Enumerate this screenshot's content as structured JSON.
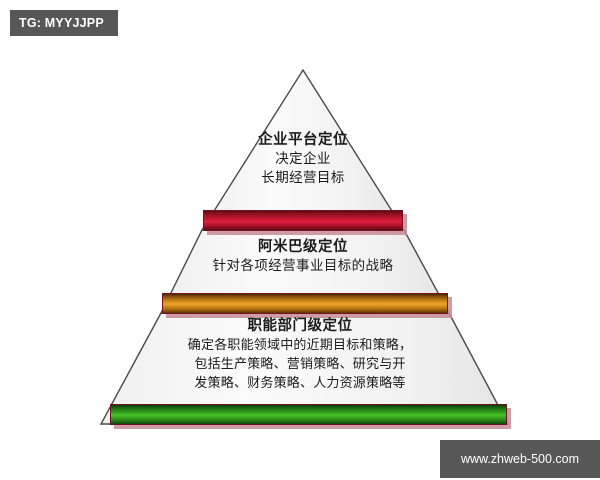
{
  "badge": {
    "label": "TG: MYYJJPP"
  },
  "watermark": {
    "label": "www.zhweb-500.com"
  },
  "diagram": {
    "type": "pyramid",
    "shape_fill_light": "#fbfbfb",
    "shape_fill_dark": "#e7e7e7",
    "shape_outline": "#4a4a4a",
    "tiers": [
      {
        "id": "tier-1",
        "title": "企业平台定位",
        "lines": [
          "决定企业",
          "长期经营目标"
        ],
        "divider_color": "#c41531",
        "divider_name": "red-divider-bar"
      },
      {
        "id": "tier-2",
        "title": "阿米巴级定位",
        "lines": [
          "针对各项经营事业目标的战略"
        ],
        "divider_color": "#f0a32b",
        "divider_name": "orange-divider-bar"
      },
      {
        "id": "tier-3",
        "title": "职能部门级定位",
        "lines": [
          "确定各职能领域中的近期目标和策略，",
          "包括生产策略、营销策略、研究与开",
          "发策略、财务策略、人力资源策略等"
        ],
        "divider_color": "#47c425",
        "divider_name": "green-divider-bar"
      }
    ]
  }
}
